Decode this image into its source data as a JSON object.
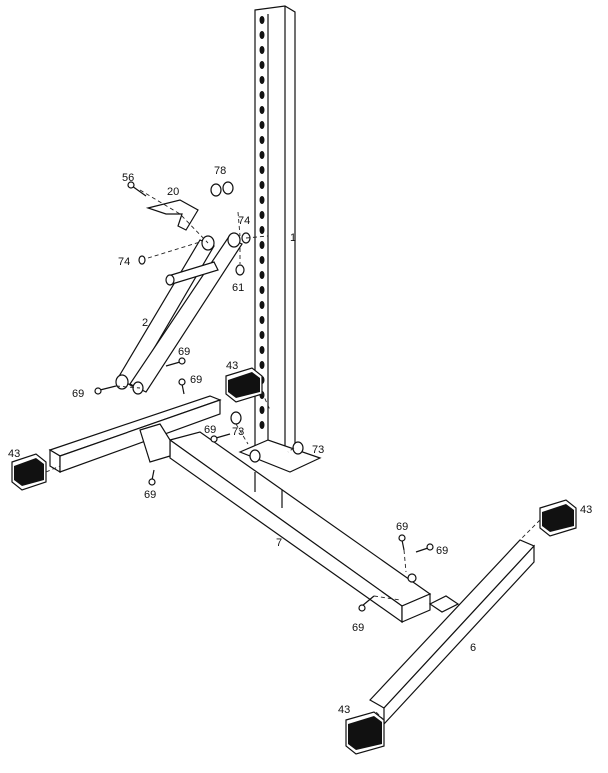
{
  "parts": {
    "upright_post": "1",
    "arm": "2",
    "cross_base": "6",
    "base_tube": "7",
    "bracket": "20",
    "foot_caps": [
      "43",
      "43",
      "43",
      "43"
    ],
    "pivot_bolt": "56",
    "pivot_nut": "61",
    "bolts": [
      "69",
      "69",
      "69",
      "69",
      "69",
      "69",
      "69",
      "69"
    ],
    "wheels": [
      "73",
      "73"
    ],
    "washers": [
      "74",
      "74"
    ],
    "spacer": "78"
  }
}
